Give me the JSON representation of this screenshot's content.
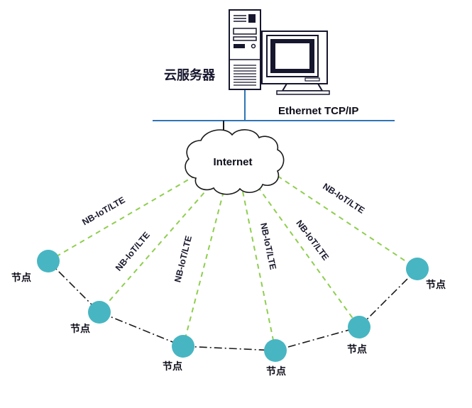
{
  "diagram": {
    "server": {
      "label": "云服务器"
    },
    "ethernet": {
      "label": "Ethernet TCP/IP"
    },
    "internet": {
      "label": "Internet"
    },
    "nodes": [
      {
        "label": "节点"
      },
      {
        "label": "节点"
      },
      {
        "label": "节点"
      },
      {
        "label": "节点"
      },
      {
        "label": "节点"
      },
      {
        "label": "节点"
      }
    ],
    "links": [
      {
        "label": "NB-IoT/LTE"
      },
      {
        "label": "NB-IoT/LTE"
      },
      {
        "label": "NB-IoT/LTE"
      },
      {
        "label": "NB-IoT/LTE"
      },
      {
        "label": "NB-IoT/LTE"
      },
      {
        "label": "NB-IoT/LTE"
      }
    ],
    "colors": {
      "node_fill": "#47b6c2",
      "link_dashed": "#8fce4e",
      "ethernet_line": "#2e74b5",
      "chain_line": "#1a1a1a",
      "outline": "#16162e"
    }
  }
}
